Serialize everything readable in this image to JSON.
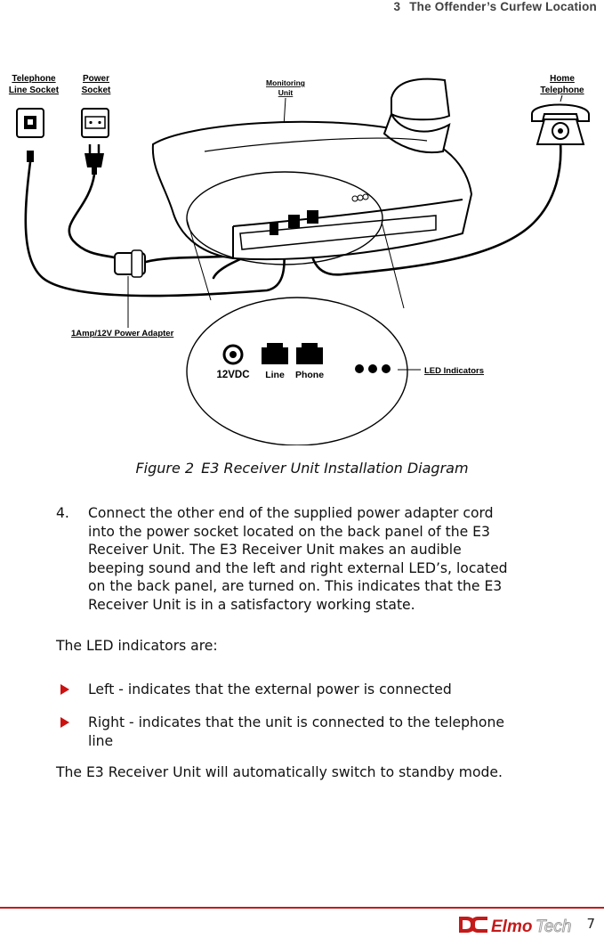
{
  "header": {
    "chapter_number": "3",
    "chapter_title": "The Offender’s Curfew Location"
  },
  "diagram": {
    "labels": {
      "telephone_line_socket": [
        "Telephone",
        "Line Socket"
      ],
      "power_socket": [
        "Power",
        "Socket"
      ],
      "monitoring_unit": [
        "Monitoring",
        "Unit"
      ],
      "home_telephone": [
        "Home",
        "Telephone"
      ],
      "power_adapter": "1Amp/12V Power Adapter",
      "led_indicators": "LED Indicators",
      "port_12vdc": "12VDC",
      "port_line": "Line",
      "port_phone": "Phone"
    }
  },
  "figure": {
    "number": "Figure 2",
    "caption": "E3 Receiver Unit Installation Diagram"
  },
  "step": {
    "number": "4.",
    "lines": [
      "Connect the other end of the supplied power adapter cord",
      "into the power socket located on the back panel of the E3",
      "Receiver Unit. The E3 Receiver Unit makes an audible",
      "beeping sound and the left and right external LED’s, located",
      "on the back panel, are turned on. This indicates that the E3",
      "Receiver Unit is in a satisfactory working state."
    ]
  },
  "led_intro": "The LED indicators are:",
  "bullets": [
    {
      "lines": [
        "Left - indicates that the external power is connected"
      ]
    },
    {
      "lines": [
        "Right - indicates that the unit is connected to the telephone",
        "line"
      ]
    }
  ],
  "closing": "The E3 Receiver Unit will automatically switch to standby mode.",
  "footer": {
    "logo_text_a": "Elmo",
    "logo_text_b": "Tech",
    "page_number": "7"
  },
  "colors": {
    "accent_red": "#c41a1a",
    "bullet_red": "#cc1111"
  }
}
